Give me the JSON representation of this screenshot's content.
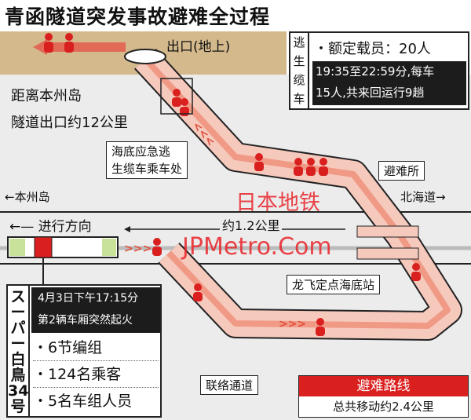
{
  "title": "青函隧道突发事故避难全过程",
  "exit_label": "出口(地上)",
  "distance_note": [
    "距离本州岛",
    "隧道出口约12公里"
  ],
  "cable_car": {
    "side_label": [
      "逃",
      "生",
      "缆",
      "车"
    ],
    "capacity": "・额定载员：20人",
    "schedule": [
      "19:35至22:59分,每车",
      "15人,共来回运行9趟"
    ]
  },
  "boarding_label": [
    "海底应急逃",
    "生缆车乘车处"
  ],
  "shelter_label": "避难所",
  "direction_left": "←本州岛",
  "direction_right": "北海道→",
  "travel_direction": "←— 进行方向",
  "distance_station": "约1.2公里",
  "station_label": "龙飞定点海底站",
  "passage_label": "联络通道",
  "train": {
    "side_label": [
      "ス",
      "ー",
      "パ",
      "ー",
      "白",
      "鳥",
      "34",
      "号"
    ],
    "event": [
      "4月3日下午17:15分",
      "第2辆车厢突然起火"
    ],
    "facts": [
      "・6节编组",
      "・124名乘客",
      "・5名车组人员"
    ]
  },
  "route": {
    "title": "避难路线",
    "total": "总共移动约2.4公里"
  },
  "watermark": [
    "日本地铁",
    "JPMetro.Com"
  ],
  "colors": {
    "accent": "#d9201f",
    "ground": "#d4b98c",
    "tunnel": "#f6c9bd"
  }
}
